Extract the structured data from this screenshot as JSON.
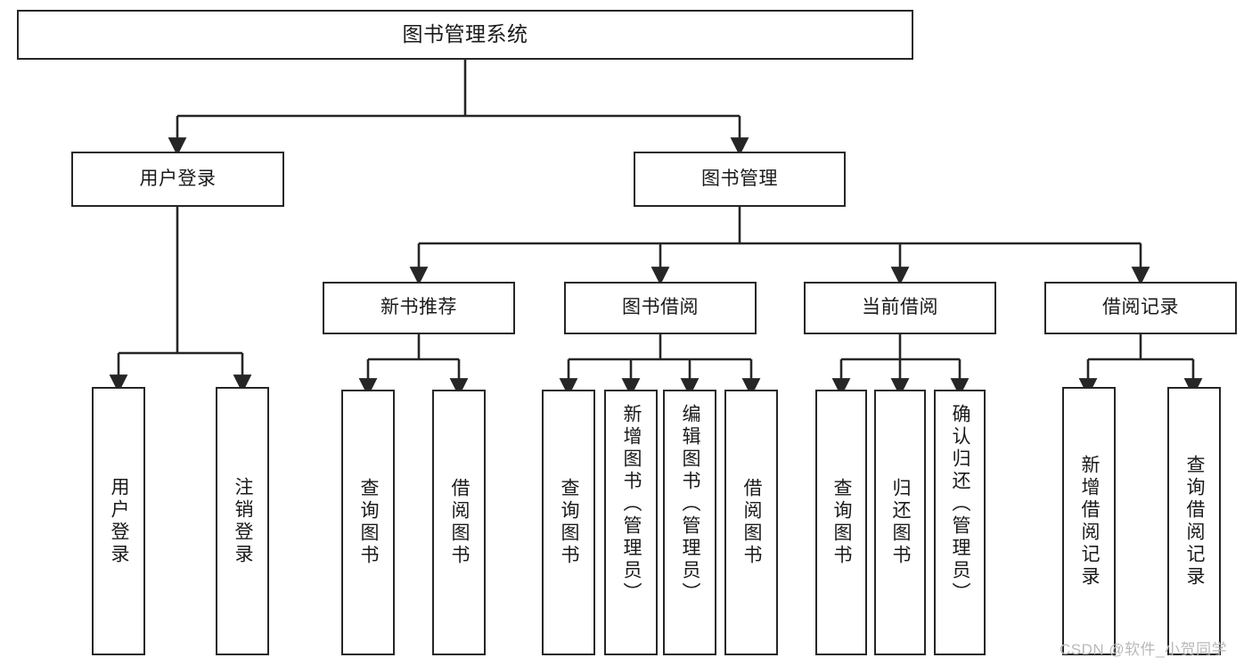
{
  "diagram": {
    "type": "tree-hierarchy",
    "title": "图书管理系统",
    "orientation": "top-down",
    "colors": {
      "box_border": "#262626",
      "box_fill": "#ffffff",
      "edge": "#262626",
      "text": "#1a1a1a",
      "watermark": "#b9b9b9",
      "background": "#ffffff"
    },
    "nodes": {
      "root": {
        "label": "图书管理系统"
      },
      "level1": [
        {
          "label": "用户登录"
        },
        {
          "label": "图书管理"
        }
      ],
      "level2": [
        {
          "label": "新书推荐"
        },
        {
          "label": "图书借阅"
        },
        {
          "label": "当前借阅"
        },
        {
          "label": "借阅记录"
        }
      ],
      "leaves": {
        "user_login": [
          {
            "label": "用户登录"
          },
          {
            "label": "注销登录"
          }
        ],
        "new_book_recommend": [
          {
            "label": "查询图书"
          },
          {
            "label": "借阅图书"
          }
        ],
        "book_borrow": [
          {
            "label": "查询图书"
          },
          {
            "label": "新增图书（管理员）"
          },
          {
            "label": "编辑图书（管理员）"
          },
          {
            "label": "借阅图书"
          }
        ],
        "current_borrow": [
          {
            "label": "查询图书"
          },
          {
            "label": "归还图书"
          },
          {
            "label": "确认归还（管理员）"
          }
        ],
        "borrow_record": [
          {
            "label": "新增借阅记录"
          },
          {
            "label": "查询借阅记录"
          }
        ]
      }
    },
    "watermark": "CSDN @软件_小贺同学"
  }
}
